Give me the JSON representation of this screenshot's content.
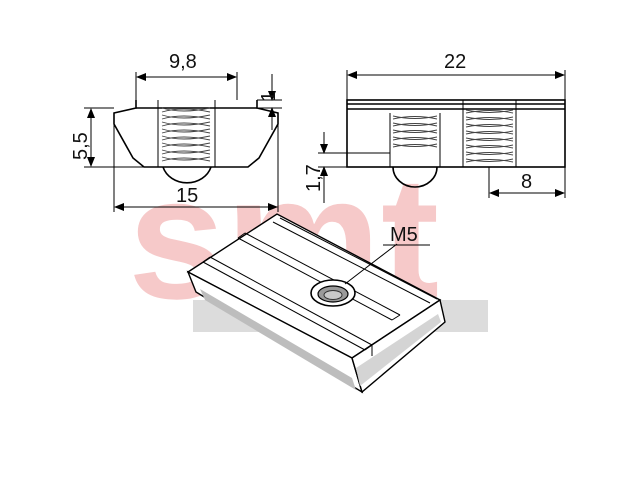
{
  "watermark": {
    "text": "smt",
    "color": "#f6c9c9",
    "band_color": "#dcdcdc"
  },
  "dimensions": {
    "top_width": "9,8",
    "lip_height": "1",
    "side_height": "5,5",
    "bottom_width": "15",
    "length": "22",
    "hole_offset": "8",
    "base_height": "1,7",
    "thread": "M5"
  },
  "colors": {
    "line": "#000000",
    "part_fill": "#ffffff",
    "shade": "#bdbdbd"
  }
}
